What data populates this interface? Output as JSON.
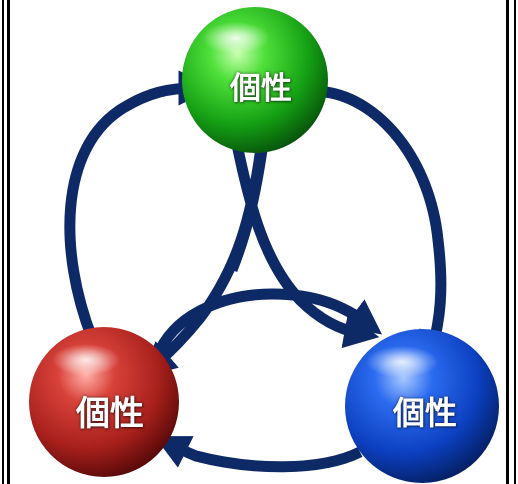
{
  "nodes": {
    "top": {
      "label": "個性",
      "color": "#1aa81a"
    },
    "left": {
      "label": "個性",
      "color": "#b01c1c"
    },
    "right": {
      "label": "個性",
      "color": "#1046c8"
    }
  },
  "arrow_color": "#0d2a66",
  "icons": {
    "arrow": "arrowhead"
  }
}
